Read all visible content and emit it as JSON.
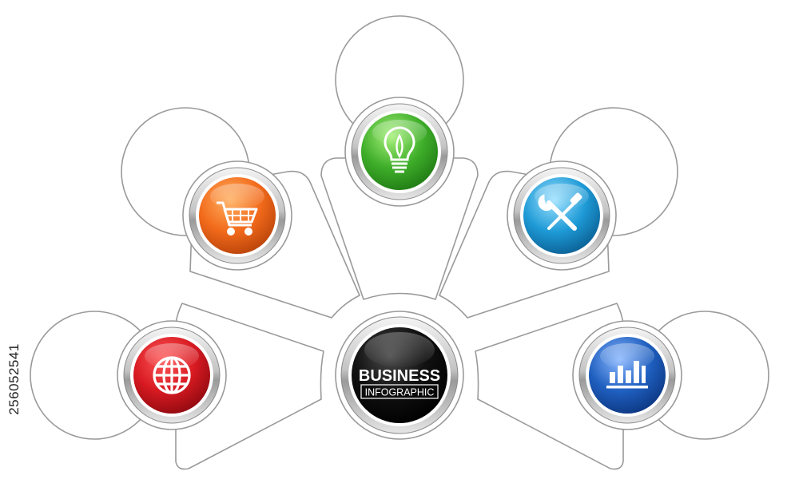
{
  "center": {
    "title": "BUSINESS",
    "subtitle": "INFOGRAPHIC",
    "color": "#111111"
  },
  "nodes": [
    {
      "id": "global",
      "icon": "globe-icon",
      "color": "#d71921"
    },
    {
      "id": "shopping",
      "icon": "shopping-cart-icon",
      "color": "#f26a1b"
    },
    {
      "id": "ideas",
      "icon": "lightbulb-icon",
      "color": "#3fae2a"
    },
    {
      "id": "tools",
      "icon": "wrench-screwdriver-icon",
      "color": "#1e9ad6"
    },
    {
      "id": "statistics",
      "icon": "bar-chart-icon",
      "color": "#1f5fbf"
    }
  ],
  "watermark_id": "256052541"
}
